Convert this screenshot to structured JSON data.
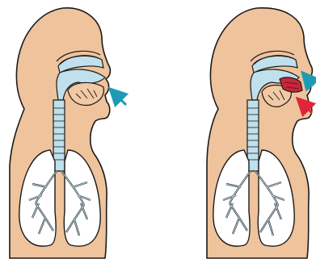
{
  "figure": {
    "panels": [
      {
        "id": "left",
        "arrows": [
          {
            "color_key": "air_in"
          }
        ]
      },
      {
        "id": "right",
        "arrows": [
          {
            "color_key": "air_in"
          },
          {
            "color_key": "air_obstructed"
          }
        ],
        "mouth_obstruction": true
      }
    ]
  },
  "colors": {
    "skin": "#EFC39C",
    "outline": "#1A1A1A",
    "airway": "#BFE0EC",
    "lung": "#FFFFFF",
    "bronchi": "#BFE0EC",
    "tongue": "#F2C9A5",
    "air_in": "#1E9BB4",
    "air_obstructed": "#E0253A",
    "obstruction": "#C4283B",
    "background": "#FFFFFF"
  }
}
